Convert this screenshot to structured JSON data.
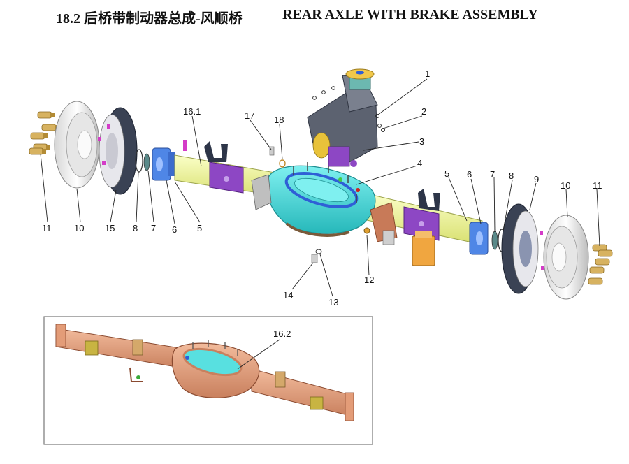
{
  "title": {
    "chinese": "18.2 后桥带制动器总成-风顺桥",
    "english": "REAR AXLE WITH BRAKE ASSEMBLY"
  },
  "callouts": {
    "c1": "1",
    "c2": "2",
    "c3": "3",
    "c4": "4",
    "c5a": "5",
    "c6a": "6",
    "c7a": "7",
    "c8a": "8",
    "c9": "9",
    "c10a": "10",
    "c11a": "11",
    "c12": "12",
    "c13": "13",
    "c14": "14",
    "c17": "17",
    "c18": "18",
    "c161": "16.1",
    "c11b": "11",
    "c10b": "10",
    "c15": "15",
    "c8b": "8",
    "c7b": "7",
    "c6b": "6",
    "c5b": "5",
    "c162": "16.2"
  },
  "colors": {
    "housing": "#43d6d6",
    "axle_tube": "#eef58f",
    "hub": "#4f86e6",
    "bracket": "#8d47c4",
    "spring_seat": "#f0a640",
    "differential": "#5c6270",
    "drum": "#f1f1f1",
    "brake_plate": "#303848",
    "stud": "#d7b260",
    "inset_housing": "#e39c78",
    "inset_border": "#777777"
  }
}
